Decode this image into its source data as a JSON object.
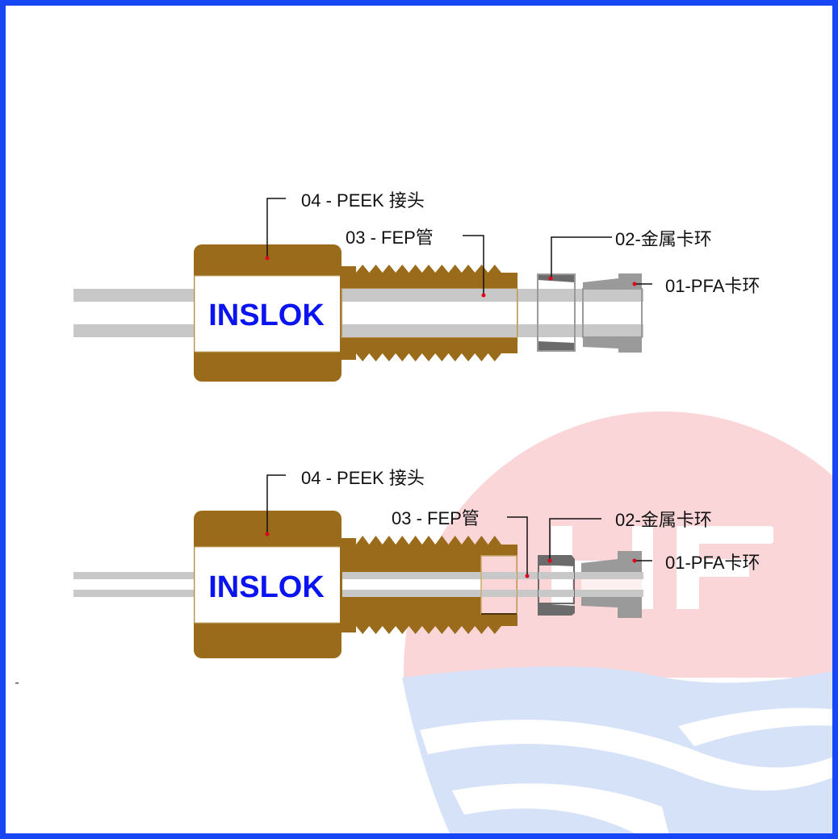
{
  "diagram": {
    "title": "INSLOK PEEK fitting assembly",
    "colors": {
      "frame": "#1746f4",
      "fitting": "#9a6b1a",
      "tube": "#c8c8c8",
      "metal_ferrule": "#6b6b6b",
      "pfa_ferrule": "#9a9a9a",
      "leader_dot": "#e0001a",
      "brand_text": "#0a14f0",
      "watermark_pink": "#fbd6d9",
      "watermark_blue": "#d6e2f8"
    },
    "assemblies": [
      {
        "state": "disassembled",
        "brand": "INSLOK",
        "labels": {
          "peek": "04 - PEEK 接头",
          "fep": "03 - FEP管",
          "metal": "02-金属卡环",
          "pfa": "01-PFA卡环"
        }
      },
      {
        "state": "assembled",
        "brand": "INSLOK",
        "labels": {
          "peek": "04 - PEEK 接头",
          "fep": "03 - FEP管",
          "metal": "02-金属卡环",
          "pfa": "01-PFA卡环"
        }
      }
    ],
    "watermark": "HF"
  }
}
